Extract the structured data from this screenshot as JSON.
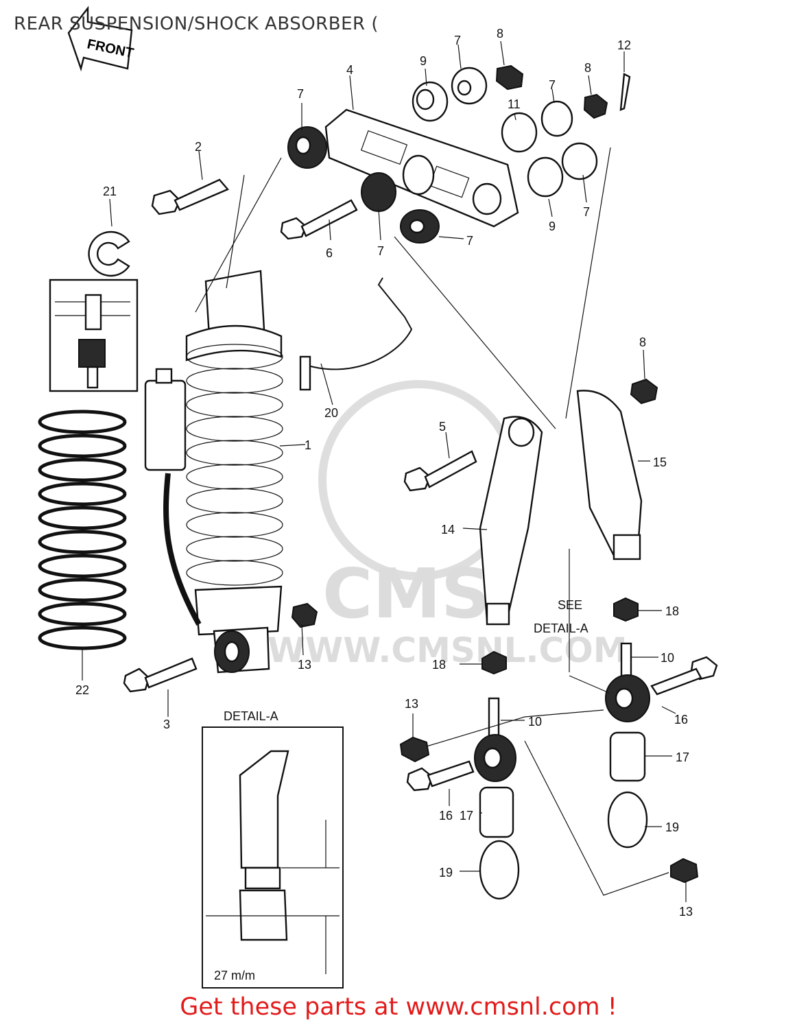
{
  "title": "REAR SUSPENSION/SHOCK ABSORBER (",
  "front_arrow_label": "FRONT",
  "promo_text": "Get these parts at www.cmsnl.com !",
  "watermark": {
    "logo_text": "CMS",
    "url_text": "WWW.CMSNL.COM"
  },
  "detail_box": {
    "title": "DETAIL-A",
    "dimension": "27 m/m"
  },
  "see_detail": {
    "line1": "SEE",
    "line2": "DETAIL-A"
  },
  "callouts": {
    "c1": "1",
    "c2": "2",
    "c3": "3",
    "c4": "4",
    "c5": "5",
    "c6": "6",
    "c7": "7",
    "c8": "8",
    "c9": "9",
    "c10": "10",
    "c11": "11",
    "c12": "12",
    "c13": "13",
    "c14": "14",
    "c15": "15",
    "c16": "16",
    "c17": "17",
    "c18": "18",
    "c19": "19",
    "c20": "20",
    "c21": "21",
    "c22": "22"
  },
  "colors": {
    "promo": "#e21a1a",
    "line_art": "#111111",
    "watermark": "#dcdcdc"
  }
}
